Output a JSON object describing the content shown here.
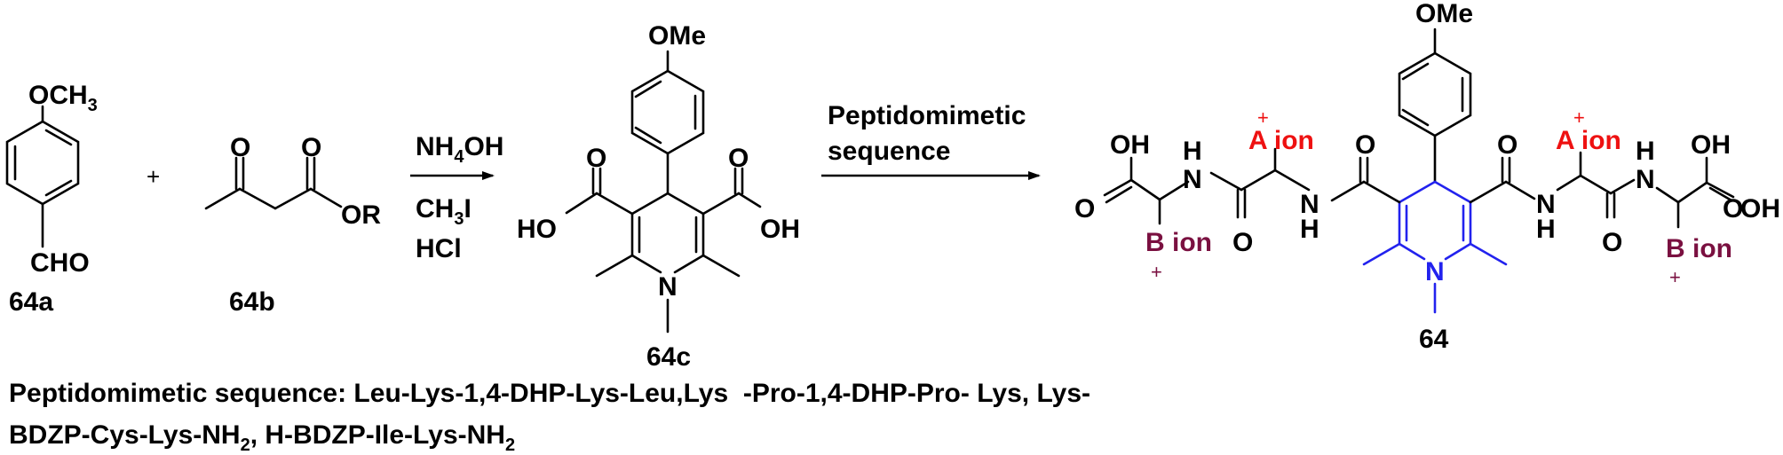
{
  "colors": {
    "bond": "#000000",
    "dhp_ring": "#2222ee",
    "a_ion": "#ee1111",
    "b_ion": "#7a1040"
  },
  "compounds": {
    "c64a": {
      "label": "64a",
      "methoxy": "OCH",
      "methoxy_sub": "3",
      "aldehyde": "CHO"
    },
    "c64b": {
      "label": "64b",
      "oxo1": "O",
      "oxo2": "O",
      "ester": "OR"
    },
    "c64c": {
      "label": "64c",
      "methoxy": "OMe",
      "o_left": "O",
      "oh_left": "HO",
      "o_right": "O",
      "oh_right": "OH",
      "n": "N"
    },
    "c64": {
      "label": "64",
      "methoxy": "OMe",
      "n": "N"
    }
  },
  "plus_sign": "+",
  "arrow1": {
    "reagent1": "NH",
    "reagent1_sub": "4",
    "reagent1_tail": "OH",
    "reagent2": "CH",
    "reagent2_sub": "3",
    "reagent2_tail": "I",
    "reagent3": "HCl"
  },
  "arrow2": {
    "line1": "Peptidomimetic",
    "line2": "sequence"
  },
  "product": {
    "left": {
      "oh": "OH",
      "o_acid": "O",
      "h": "H",
      "n": "N",
      "o_amide": "O",
      "nh_n": "N",
      "nh_h": "H",
      "o_core": "O"
    },
    "right": {
      "o_core": "O",
      "nh_n": "N",
      "nh_h": "H",
      "o_amide": "O",
      "h": "H",
      "n": "N",
      "oh_top": "OH",
      "o_acid": "O",
      "oh_right": "OH"
    },
    "a_ion_label": "A ion",
    "b_ion_label": "B ion",
    "charge": "+"
  },
  "caption": {
    "line1": "Peptidomimetic sequence: Leu-Lys-1,4-DHP-Lys-Leu,Lys  -Pro-1,4-DHP-Pro- Lys, Lys-",
    "line2_a": "BDZP-Cys-Lys-NH",
    "line2_sub1": "2",
    "line2_b": ", H-BDZP-Ile-Lys-NH",
    "line2_sub2": "2"
  }
}
